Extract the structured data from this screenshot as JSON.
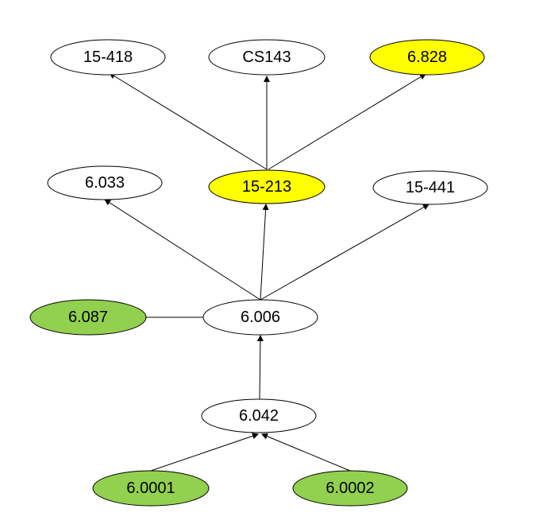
{
  "colors": {
    "white": "#ffffff",
    "yellow": "#ffff00",
    "green": "#92d050"
  },
  "nodes": [
    {
      "id": "n15418",
      "label": "15-418",
      "fill": "white"
    },
    {
      "id": "ncs143",
      "label": "CS143",
      "fill": "white"
    },
    {
      "id": "n6828",
      "label": "6.828",
      "fill": "yellow"
    },
    {
      "id": "n6033",
      "label": "6.033",
      "fill": "white"
    },
    {
      "id": "n15213",
      "label": "15-213",
      "fill": "yellow"
    },
    {
      "id": "n15441",
      "label": "15-441",
      "fill": "white"
    },
    {
      "id": "n6087",
      "label": "6.087",
      "fill": "green"
    },
    {
      "id": "n6006",
      "label": "6.006",
      "fill": "white"
    },
    {
      "id": "n6042",
      "label": "6.042",
      "fill": "white"
    },
    {
      "id": "n60001",
      "label": "6.0001",
      "fill": "green"
    },
    {
      "id": "n60002",
      "label": "6.0002",
      "fill": "green"
    }
  ],
  "edges": [
    {
      "from": "n15213",
      "to": "n15418",
      "directed": true
    },
    {
      "from": "n15213",
      "to": "ncs143",
      "directed": true
    },
    {
      "from": "n15213",
      "to": "n6828",
      "directed": true
    },
    {
      "from": "n6006",
      "to": "n6033",
      "directed": true
    },
    {
      "from": "n6006",
      "to": "n15213",
      "directed": true
    },
    {
      "from": "n6006",
      "to": "n15441",
      "directed": true
    },
    {
      "from": "n6087",
      "to": "n6006",
      "directed": false
    },
    {
      "from": "n6042",
      "to": "n6006",
      "directed": true
    },
    {
      "from": "n60001",
      "to": "n6042",
      "directed": true
    },
    {
      "from": "n60002",
      "to": "n6042",
      "directed": true
    }
  ]
}
